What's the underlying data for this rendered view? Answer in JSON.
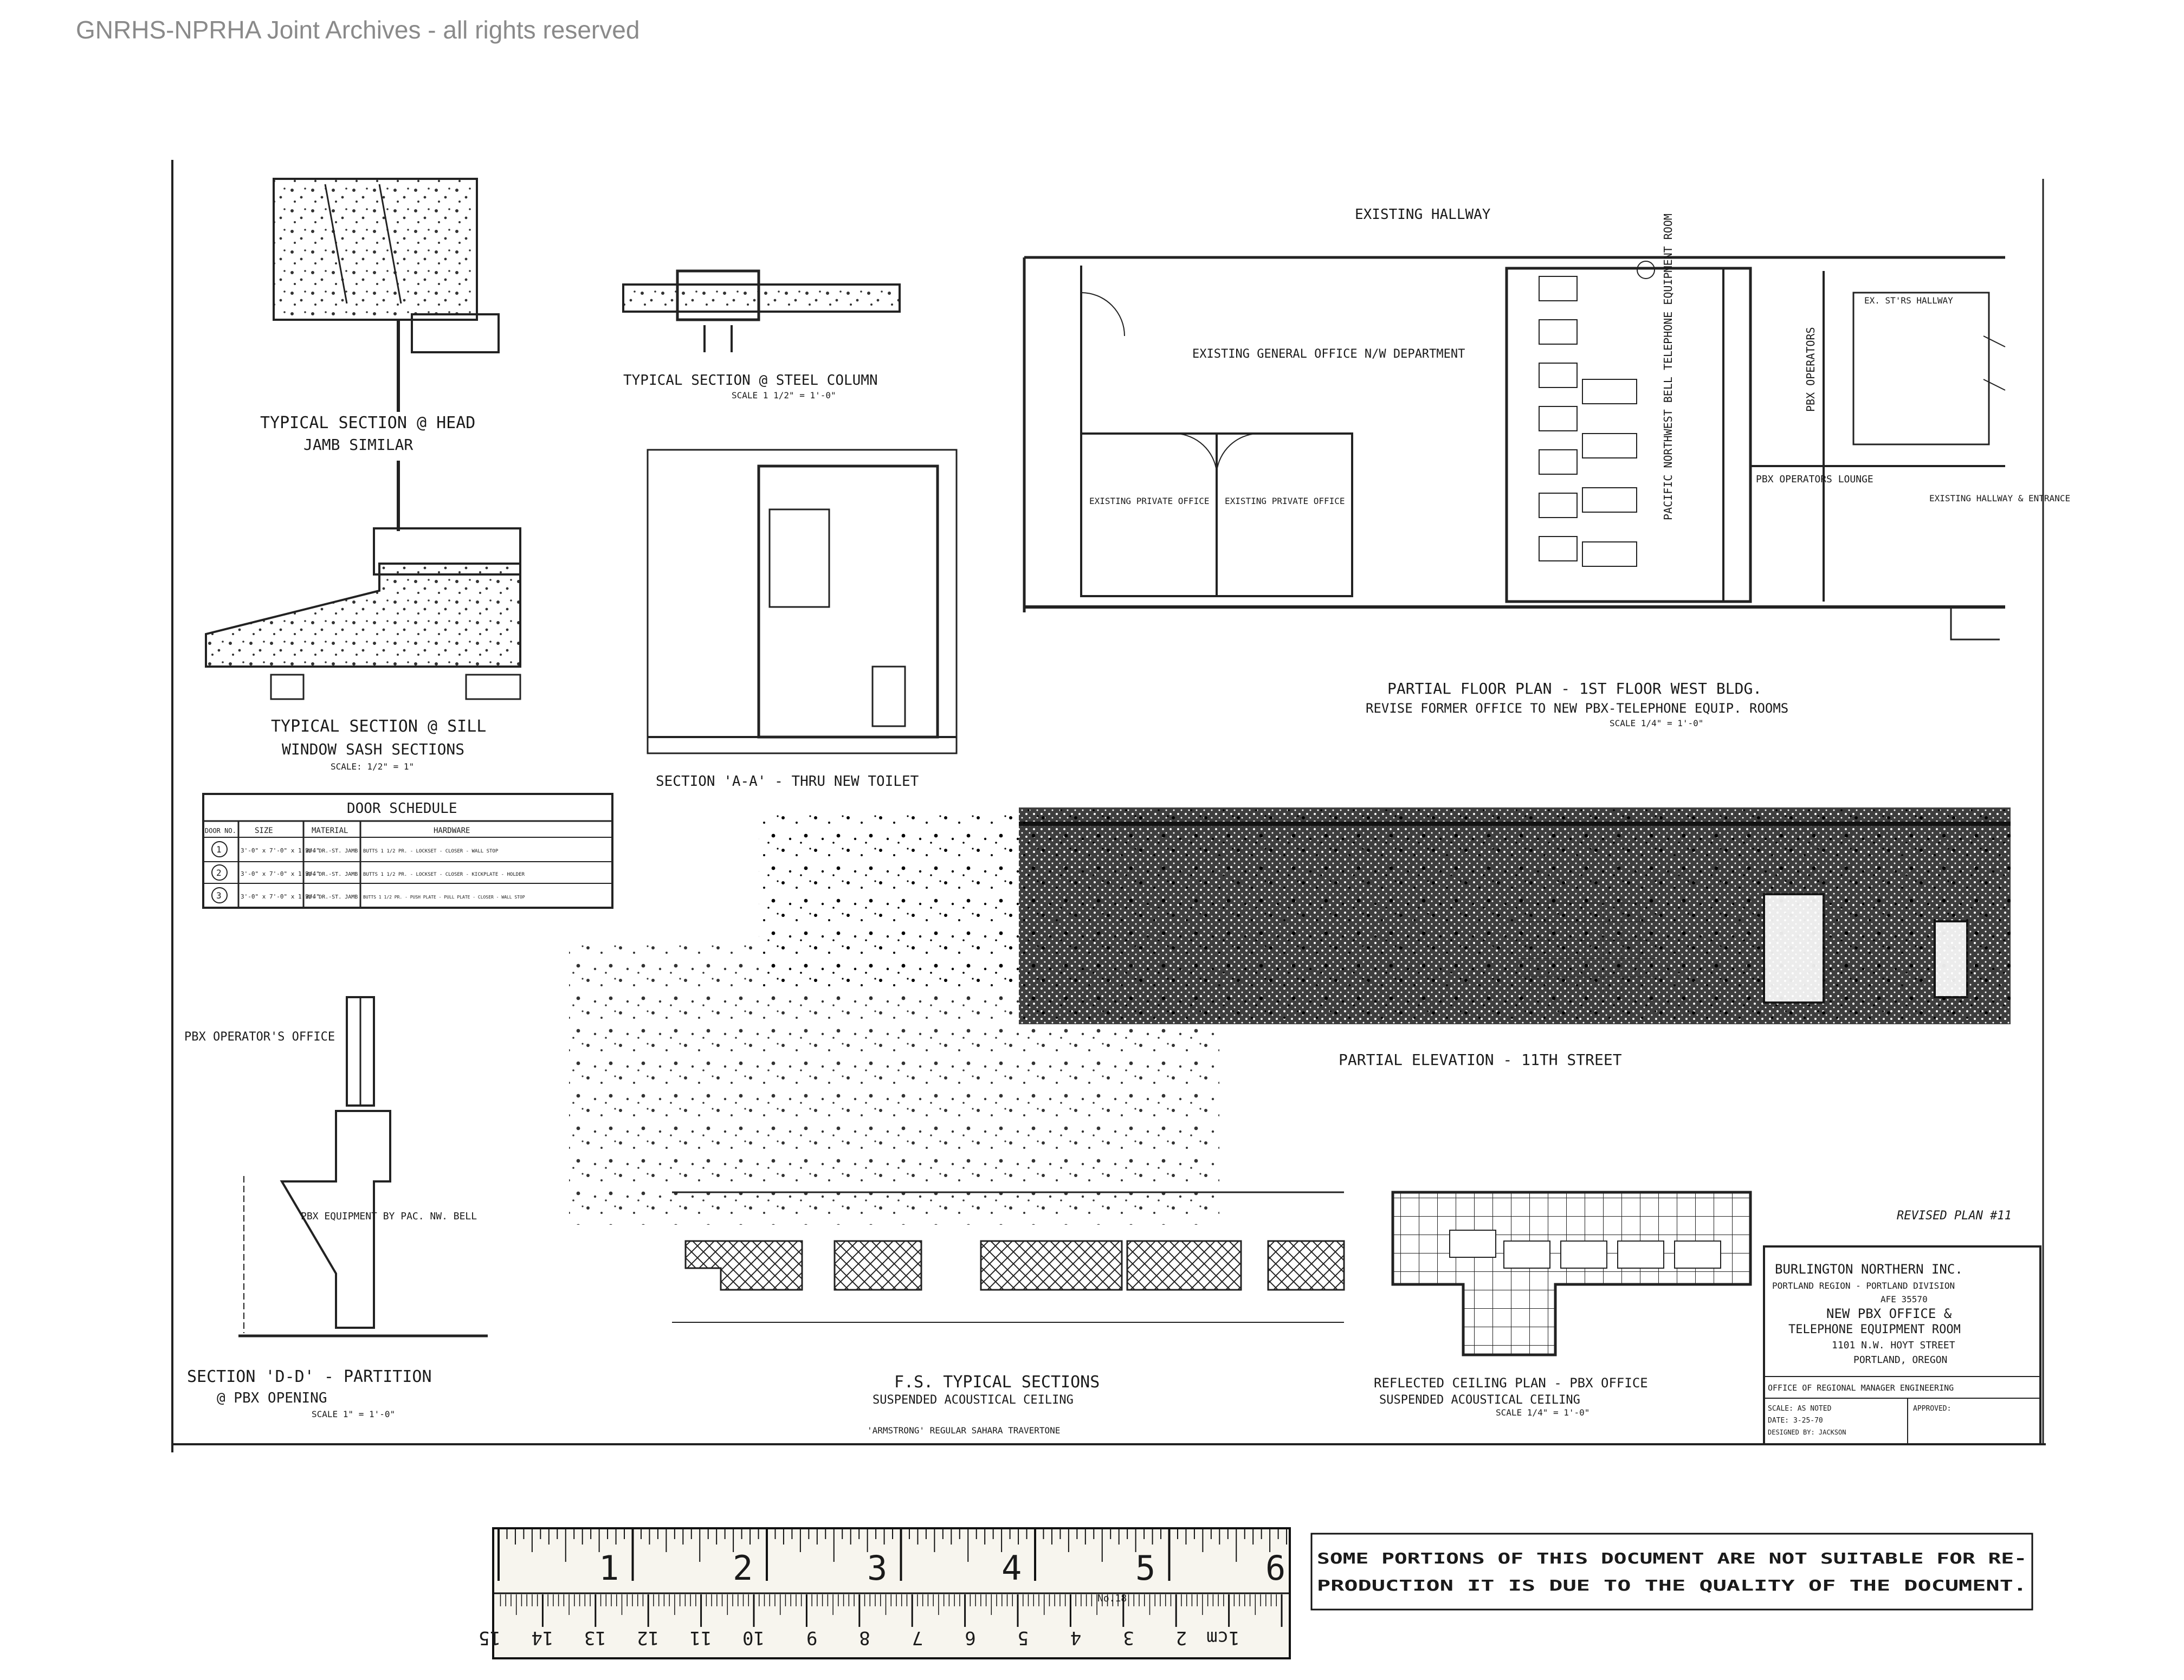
{
  "header": {
    "archive_notice": "GNRHS-NPRHA Joint Archives - all rights reserved"
  },
  "details": {
    "head_section_title": "TYPICAL SECTION @ HEAD",
    "head_section_sub": "JAMB SIMILAR",
    "sill_section_title": "TYPICAL SECTION @ SILL",
    "sill_section_sub": "WINDOW SASH SECTIONS",
    "sill_scale": "SCALE: 1/2\" = 1\"",
    "steel_column_title": "TYPICAL SECTION @ STEEL COLUMN",
    "steel_column_scale": "SCALE 1 1/2\" = 1'-0\"",
    "section_aa_title": "SECTION 'A-A' - THRU NEW TOILET",
    "section_dd_title": "SECTION 'D-D' - PARTITION",
    "section_dd_sub": "@ PBX OPENING",
    "section_dd_scale": "SCALE 1\" = 1'-0\"",
    "pbx_operators_office": "PBX OPERATOR'S OFFICE",
    "pbx_equipment_label": "PBX EQUIPMENT BY PAC. NW. BELL",
    "fs_typical_title": "F.S. TYPICAL SECTIONS",
    "fs_typical_sub": "SUSPENDED ACOUSTICAL CEILING",
    "fs_typical_note": "'ARMSTRONG' REGULAR SAHARA TRAVERTONE",
    "rcp_title": "REFLECTED CEILING PLAN - PBX OFFICE",
    "rcp_sub": "SUSPENDED ACOUSTICAL CEILING",
    "rcp_scale": "SCALE 1/4\" = 1'-0\"",
    "elevation_title": "PARTIAL ELEVATION - 11TH STREET",
    "revised_note": "REVISED PLAN #11"
  },
  "door_schedule": {
    "title": "DOOR SCHEDULE",
    "columns": [
      "DOOR NO.",
      "SIZE",
      "MATERIAL",
      "HARDWARE"
    ],
    "rows": [
      [
        "1",
        "3'-0\" x 7'-0\" x 1 3/4\"",
        "WD. DR.-ST. JAMB",
        "BUTTS 1 1/2 PR. - LOCKSET - CLOSER - WALL STOP"
      ],
      [
        "2",
        "3'-0\" x 7'-0\" x 1 3/4\"",
        "WD. DR.-ST. JAMB",
        "BUTTS 1 1/2 PR. - LOCKSET - CLOSER - KICKPLATE - HOLDER"
      ],
      [
        "3",
        "3'-0\" x 7'-0\" x 1 3/4\"",
        "WD. DR.-ST. JAMB",
        "BUTTS 1 1/2 PR. - PUSH PLATE - PULL PLATE - CLOSER - WALL STOP"
      ]
    ]
  },
  "floor_plan": {
    "existing_hallway": "EXISTING HALLWAY",
    "general_office": "EXISTING GENERAL OFFICE N/W DEPARTMENT",
    "private_office_1": "EXISTING PRIVATE OFFICE",
    "private_office_2": "EXISTING PRIVATE OFFICE",
    "equipment_room": "PACIFIC NORTHWEST BELL TELEPHONE EQUIPMENT ROOM",
    "pbx_operators": "PBX OPERATORS",
    "pbx_lounge": "PBX OPERATORS LOUNGE",
    "existing_hallway_entrance": "EXISTING HALLWAY & ENTRANCE",
    "ex_hallway": "EX. ST'RS HALLWAY",
    "title": "PARTIAL FLOOR PLAN - 1ST FLOOR WEST BLDG.",
    "subtitle": "REVISE FORMER OFFICE TO NEW PBX-TELEPHONE EQUIP. ROOMS",
    "scale": "SCALE 1/4\" = 1'-0\""
  },
  "title_block": {
    "company": "BURLINGTON NORTHERN INC.",
    "region": "PORTLAND REGION - PORTLAND DIVISION",
    "afe": "AFE 35570",
    "project_1": "NEW PBX OFFICE &",
    "project_2": "TELEPHONE EQUIPMENT ROOM",
    "address": "1101 N.W. HOYT STREET",
    "city": "PORTLAND, OREGON",
    "office": "OFFICE OF REGIONAL MANAGER ENGINEERING",
    "scale": "SCALE: AS NOTED",
    "date": "DATE: 3-25-70",
    "designed_by": "DESIGNED BY: JACKSON",
    "approved": "APPROVED:"
  },
  "ruler": {
    "inch_marks": [
      "1",
      "2",
      "3",
      "4",
      "5",
      "6"
    ],
    "cm_marks": [
      "1cm",
      "2",
      "3",
      "4",
      "5",
      "6",
      "7",
      "8",
      "9",
      "10",
      "11",
      "12",
      "13",
      "14",
      "15"
    ],
    "brand_label": "No.18"
  },
  "quality_notice": "SOME PORTIONS OF THIS DOCUMENT ARE NOT SUITABLE FOR REPRODUCTION IT IS DUE TO THE QUALITY OF THE DOCUMENT.",
  "colors": {
    "ink": "#1a1a1a",
    "paper": "#ffffff",
    "header_gray": "#8a8a8a",
    "ruler_bg": "#f7f5ee"
  }
}
